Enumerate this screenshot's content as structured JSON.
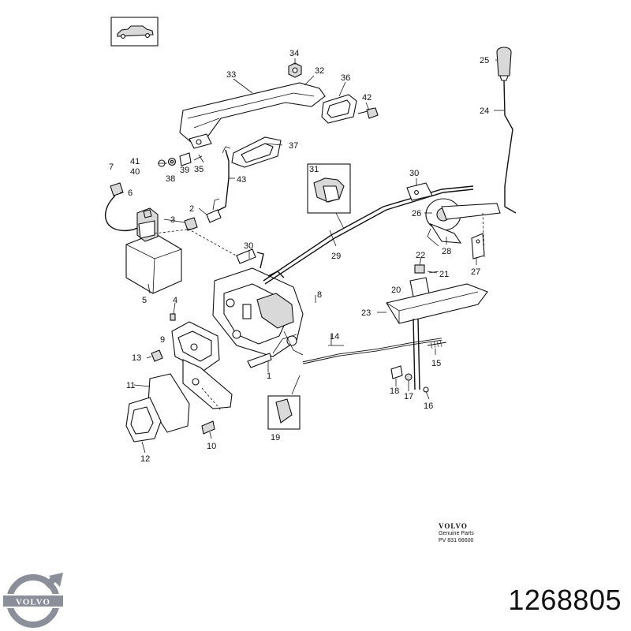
{
  "part_number": "1268805",
  "brand": {
    "name": "VOLVO",
    "subtitle": "Genuine Parts",
    "code": "PV  831 66600",
    "logo_text": "VOLVO",
    "logo_color": "#8a8f99"
  },
  "callouts": [
    {
      "id": "c34",
      "label": "34"
    },
    {
      "id": "c33",
      "label": "33"
    },
    {
      "id": "c32",
      "label": "32"
    },
    {
      "id": "c36",
      "label": "36"
    },
    {
      "id": "c42",
      "label": "42"
    },
    {
      "id": "c37",
      "label": "37"
    },
    {
      "id": "c41",
      "label": "41"
    },
    {
      "id": "c40",
      "label": "40"
    },
    {
      "id": "c38",
      "label": "38"
    },
    {
      "id": "c39",
      "label": "39"
    },
    {
      "id": "c35",
      "label": "35"
    },
    {
      "id": "c7",
      "label": "7"
    },
    {
      "id": "c6",
      "label": "6"
    },
    {
      "id": "c43",
      "label": "43"
    },
    {
      "id": "c2",
      "label": "2"
    },
    {
      "id": "c3",
      "label": "3"
    },
    {
      "id": "c5",
      "label": "5"
    },
    {
      "id": "c31",
      "label": "31"
    },
    {
      "id": "c30a",
      "label": "30"
    },
    {
      "id": "c30b",
      "label": "30"
    },
    {
      "id": "c26",
      "label": "26"
    },
    {
      "id": "c25",
      "label": "25"
    },
    {
      "id": "c24",
      "label": "24"
    },
    {
      "id": "c29",
      "label": "29"
    },
    {
      "id": "c28",
      "label": "28"
    },
    {
      "id": "c27",
      "label": "27"
    },
    {
      "id": "c22",
      "label": "22"
    },
    {
      "id": "c21",
      "label": "21"
    },
    {
      "id": "c20",
      "label": "20"
    },
    {
      "id": "c23",
      "label": "23"
    },
    {
      "id": "c8",
      "label": "8"
    },
    {
      "id": "c4",
      "label": "4"
    },
    {
      "id": "c9",
      "label": "9"
    },
    {
      "id": "c13",
      "label": "13"
    },
    {
      "id": "c14",
      "label": "14"
    },
    {
      "id": "c15",
      "label": "15"
    },
    {
      "id": "c1",
      "label": "1"
    },
    {
      "id": "c18",
      "label": "18"
    },
    {
      "id": "c17",
      "label": "17"
    },
    {
      "id": "c16",
      "label": "16"
    },
    {
      "id": "c11",
      "label": "11"
    },
    {
      "id": "c12",
      "label": "12"
    },
    {
      "id": "c10",
      "label": "10"
    },
    {
      "id": "c19",
      "label": "19"
    }
  ]
}
